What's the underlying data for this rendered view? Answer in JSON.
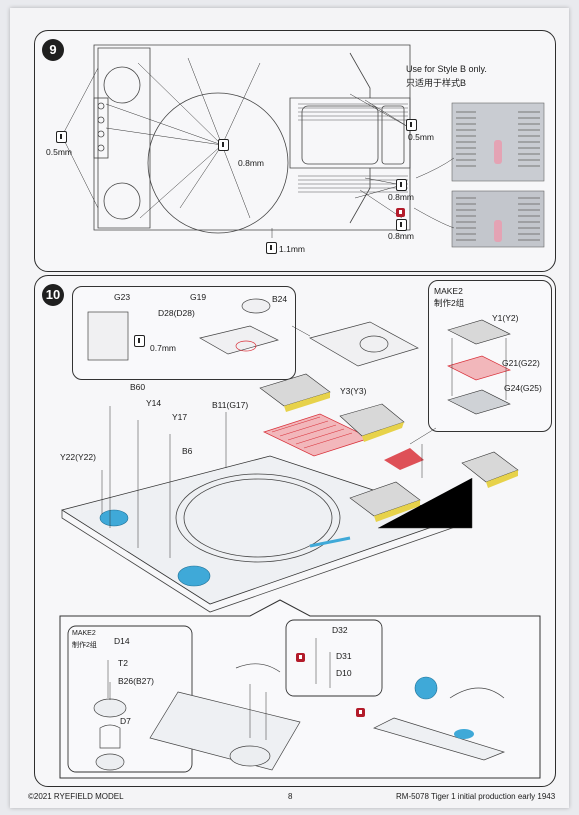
{
  "step9": {
    "number": "9",
    "note_en": "Use for Style B only.",
    "note_cn": "只适用于样式B",
    "drill_labels": [
      "0.5mm",
      "0.8mm",
      "1.1mm",
      "0.5mm",
      "0.8mm",
      "0.8mm"
    ]
  },
  "step10": {
    "number": "10",
    "inset_top_left_labels": [
      "G23",
      "0.7mm"
    ],
    "inset_top_mid_labels": [
      "G19",
      "B24",
      "D28(D28)"
    ],
    "make2_right": {
      "title": "MAKE2",
      "title_cn": "制作2组",
      "parts": [
        "Y1(Y2)",
        "G21(G22)",
        "G24(G25)"
      ]
    },
    "part_labels": [
      "B60",
      "Y14",
      "Y17",
      "B11(G17)",
      "B6",
      "Y22(Y22)",
      "Y3(Y3)"
    ],
    "make2_bottom": {
      "title": "MAKE2",
      "title_cn": "制作2组",
      "parts": [
        "D14",
        "T2",
        "B26(B27)",
        "D7"
      ]
    },
    "inset_bottom_mid_parts": [
      "D32",
      "D31",
      "D10"
    ]
  },
  "footer": {
    "copyright": "©2021 RYEFIELD MODEL",
    "page": "8",
    "product": "RM-5078  Tiger 1 initial production early 1943"
  },
  "colors": {
    "accent_red": "#d9323b",
    "accent_blue": "#3fa9d8",
    "pe_yellow": "#e7d24a",
    "line": "#2d2d2d"
  }
}
